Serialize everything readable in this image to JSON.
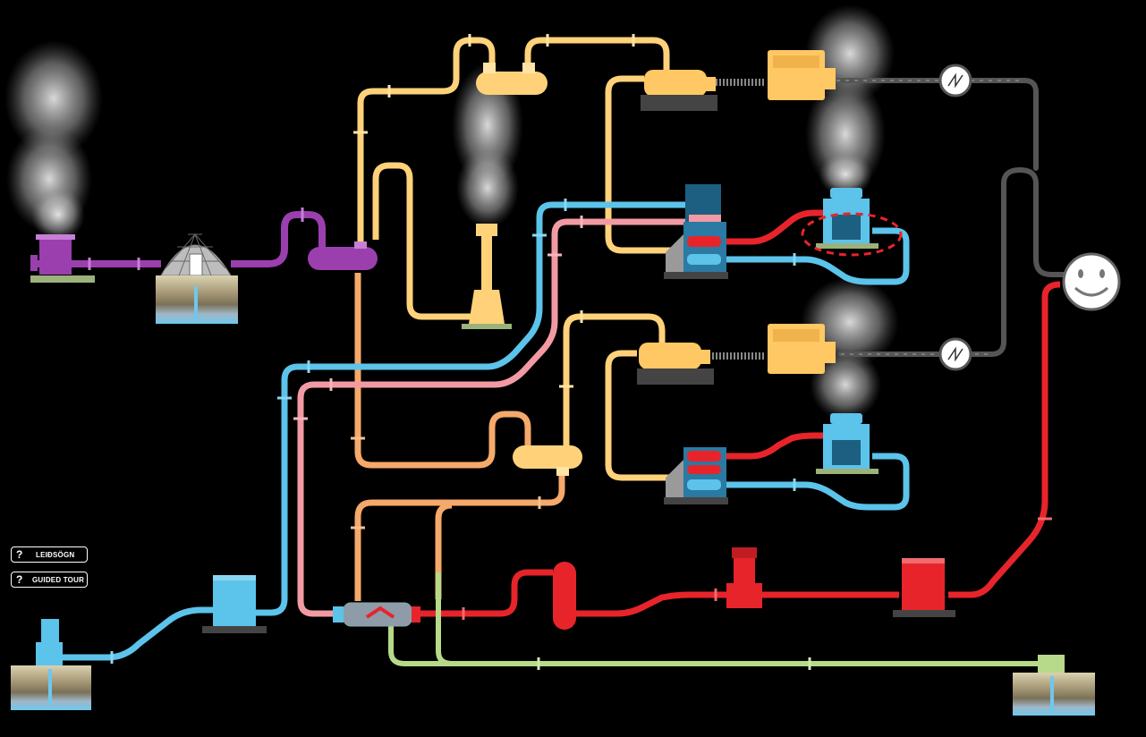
{
  "buttons": {
    "icelandic_tour": {
      "icon": "?",
      "label": "LEIÐSÖGN"
    },
    "english_tour": {
      "icon": "?",
      "label": "GUIDED TOUR"
    }
  },
  "colors": {
    "purple_pipe": "#9b3fae",
    "yellow_pipe": "#ffd27a",
    "orange_pipe": "#f5a96a",
    "blue_pipe": "#5cc3ea",
    "pink_pipe": "#f29aa3",
    "red_pipe": "#e8242b",
    "green_pipe": "#b6d98a",
    "power_line": "#555555",
    "background": "#000000"
  },
  "icons": {
    "consumer": "smiley-face-icon",
    "power_meter": "lightning-meter-icon",
    "highlight": "dashed-ellipse"
  }
}
